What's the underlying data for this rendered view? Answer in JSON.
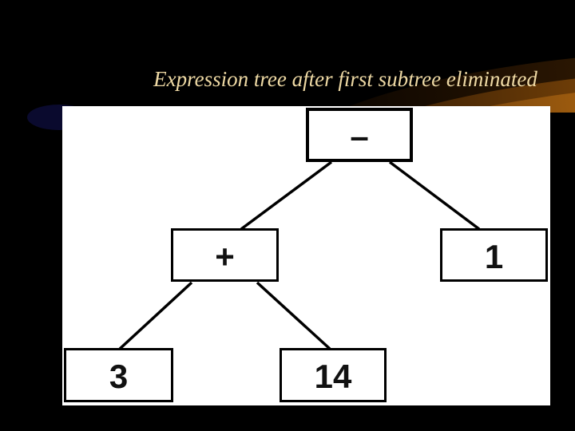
{
  "slide": {
    "title": "Expression tree after first subtree eliminated",
    "colors": {
      "background": "#000000",
      "title_text": "#eed9a4",
      "swoosh_dark": "#6b3a06",
      "swoosh_mid": "#b5650e",
      "swoosh_bright": "#d4821a",
      "accent_navy": "#0a0a2e",
      "panel_background": "#ffffff",
      "node_border": "#000000",
      "node_text": "#111111"
    }
  },
  "tree": {
    "description": "Binary expression tree diagram",
    "nodes": [
      {
        "id": "root",
        "label": "–",
        "role": "operator",
        "parent": null
      },
      {
        "id": "plus",
        "label": "+",
        "role": "operator",
        "parent": "root"
      },
      {
        "id": "one",
        "label": "1",
        "role": "operand",
        "parent": "root"
      },
      {
        "id": "three",
        "label": "3",
        "role": "operand",
        "parent": "plus"
      },
      {
        "id": "fourteen",
        "label": "14",
        "role": "operand",
        "parent": "plus"
      }
    ],
    "edges": [
      [
        "root",
        "plus"
      ],
      [
        "root",
        "one"
      ],
      [
        "plus",
        "three"
      ],
      [
        "plus",
        "fourteen"
      ]
    ]
  }
}
